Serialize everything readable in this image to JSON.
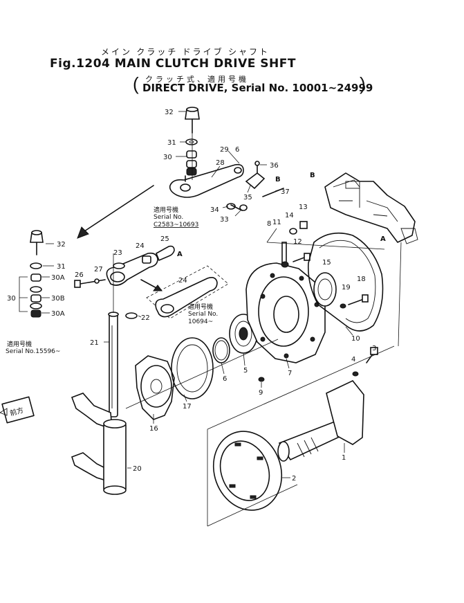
{
  "header": {
    "title_jp": "メイン クラッチ ドライブ シャフト",
    "title_en": "Fig.1204 MAIN CLUTCH DRIVE SHFT",
    "subtitle_jp": "クラッチ式、適用号機",
    "subtitle_en": "DIRECT DRIVE, Serial No. 10001~24999",
    "paren_open": "(",
    "paren_close": ")"
  },
  "notes": {
    "serial_top_jp": "適用号機",
    "serial_top_label": "Serial No.",
    "serial_top_range": "C2583~10693",
    "serial_mid_jp": "適用号機",
    "serial_mid_label": "Serial No.",
    "serial_mid_range": "10694~",
    "serial_left_jp": "適用号機",
    "serial_left_label": "Serial No.15596~",
    "front_mark": "前方"
  },
  "refs": {
    "A": "A",
    "B": "B",
    "A_arrow": "A",
    "B_arrow": "B"
  },
  "parts": {
    "p1": "1",
    "p2": "2",
    "p3": "3",
    "p4": "4",
    "p5": "5",
    "p6": "6",
    "p7": "7",
    "p8": "8",
    "p9": "9",
    "p10": "10",
    "p11": "11",
    "p12": "12",
    "p13": "13",
    "p14": "14",
    "p15": "15",
    "p16": "16",
    "p17": "17",
    "p18": "18",
    "p19": "19",
    "p20": "20",
    "p21": "21",
    "p22": "22",
    "p23": "23",
    "p24a": "24",
    "p24b": "24",
    "p25": "25",
    "p26": "26",
    "p27": "27",
    "p28": "28",
    "p29": "29",
    "p30": "30",
    "p31": "31",
    "p32": "32",
    "p33": "33",
    "p34": "34",
    "p35": "35",
    "p36": "36",
    "p37": "37",
    "p6b": "6",
    "l32": "32",
    "l31": "31",
    "l30A1": "30A",
    "l30B": "30B",
    "l30A2": "30A",
    "l30": "30"
  }
}
